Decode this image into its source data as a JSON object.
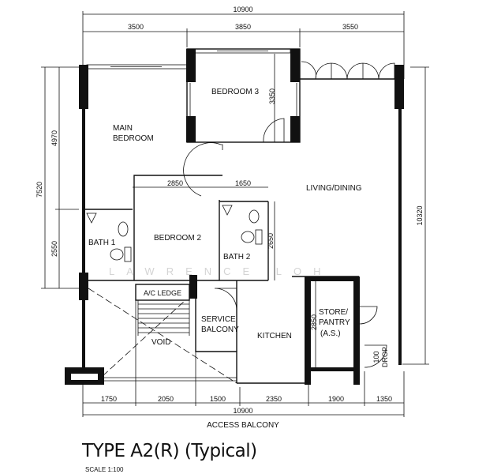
{
  "plan": {
    "title": "TYPE A2(R) (Typical)",
    "scale": "SCALE 1:100",
    "watermark": "LAWRENCE LOH",
    "rooms": {
      "bedroom3": "BEDROOM 3",
      "main_bedroom_1": "MAIN",
      "main_bedroom_2": "BEDROOM",
      "living_dining": "LIVING/DINING",
      "bedroom2": "BEDROOM 2",
      "bath1": "BATH 1",
      "bath2": "BATH 2",
      "ac_ledge": "A/C LEDGE",
      "service_balcony_1": "SERVICE",
      "service_balcony_2": "BALCONY",
      "kitchen": "KITCHEN",
      "void": "VOID",
      "store_1": "STORE/",
      "store_2": "PANTRY",
      "store_3": "(A.S.)",
      "drop_1": "100",
      "drop_2": "DROP",
      "access_balcony": "ACCESS BALCONY"
    },
    "dimensions": {
      "top_total": "10900",
      "top": [
        "3500",
        "3850",
        "3550"
      ],
      "bedroom3_depth": "3350",
      "left_total": "7520",
      "left_upper": "4970",
      "left_lower": "2550",
      "right_total": "10320",
      "bedroom2_width": "2850",
      "bath2_width": "1650",
      "bath2_depth": "2650",
      "store_depth": "2850",
      "bottom": [
        "1750",
        "2050",
        "1500",
        "2350",
        "1900",
        "1350"
      ],
      "bottom_total": "10900"
    }
  }
}
